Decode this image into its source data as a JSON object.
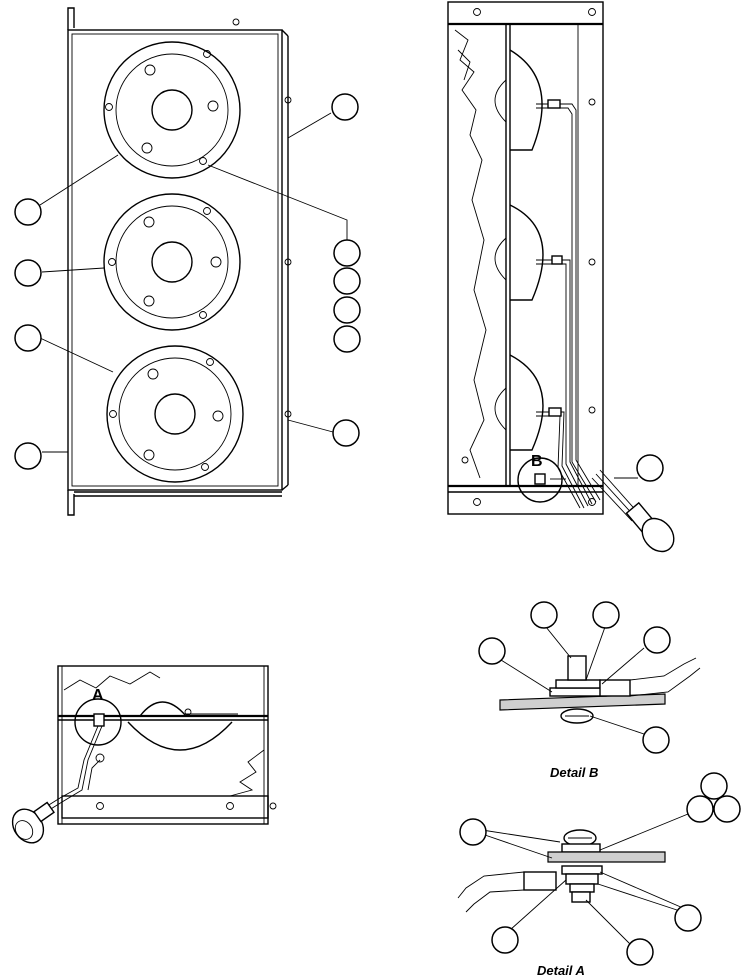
{
  "detail_markers": {
    "a": "A",
    "b": "B"
  },
  "captions": {
    "detail_b": "Detail B",
    "detail_a": "Detail A"
  }
}
